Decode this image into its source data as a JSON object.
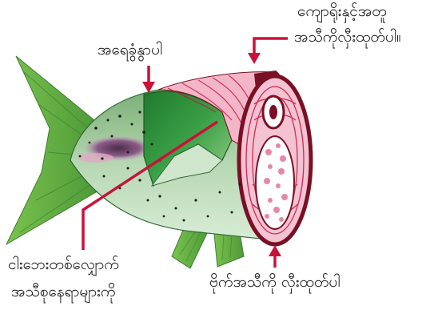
{
  "labels": {
    "spine_cut_line1": "ကျောရိုးနှင့်အတူ",
    "spine_cut_line2": "အသီကိုလှီးထုတ်ပါ။",
    "scale_off": "အရေခွံနွာပါ",
    "gill_line1": "ငါးဘေးတစ်လျှောက်",
    "gill_line2": "အသီစုနေရာများကို",
    "belly_cut": "ဗိုက်အသီကို လှီးထုတ်ပါ"
  },
  "colors": {
    "fin_green": "#6fb84a",
    "skin_green": "#2f8f3c",
    "muscle_pink": "#e99ab5",
    "cut_red": "#c8123a",
    "dark_red": "#7a1025"
  }
}
